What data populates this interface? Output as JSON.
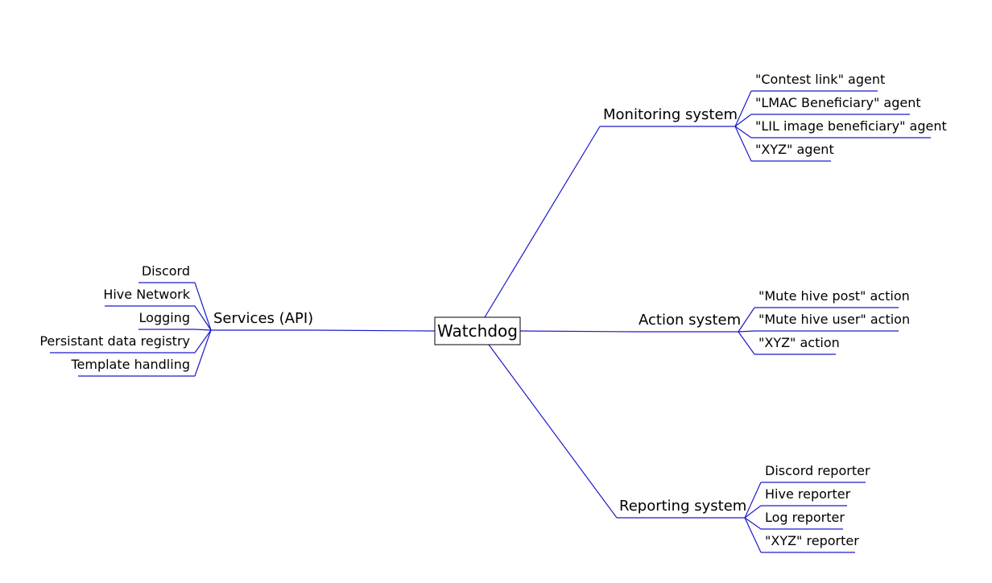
{
  "colors": {
    "line": "#1a1acc",
    "text": "#000000",
    "root_border": "#000000",
    "background": "#ffffff"
  },
  "root": {
    "label": "Watchdog"
  },
  "branches": [
    {
      "id": "monitoring",
      "label": "Monitoring system",
      "side": "right",
      "children": [
        "\"Contest link\" agent",
        "\"LMAC Beneficiary\" agent",
        "\"LIL image beneficiary\" agent",
        "\"XYZ\" agent"
      ]
    },
    {
      "id": "action",
      "label": "Action system",
      "side": "right",
      "children": [
        "\"Mute hive post\" action",
        "\"Mute hive user\" action",
        "\"XYZ\" action"
      ]
    },
    {
      "id": "reporting",
      "label": "Reporting system",
      "side": "right",
      "children": [
        "Discord reporter",
        "Hive reporter",
        "Log reporter",
        "\"XYZ\" reporter"
      ]
    },
    {
      "id": "services",
      "label": "Services (API)",
      "side": "left",
      "children": [
        "Discord",
        "Hive Network",
        "Logging",
        "Persistant data registry",
        "Template handling"
      ]
    }
  ]
}
